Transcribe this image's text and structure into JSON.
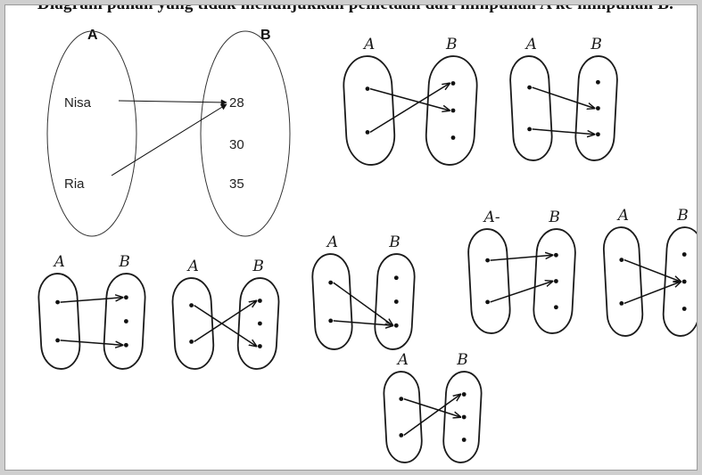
{
  "header": {
    "text": "Diagram panah yang tidak menunjukkan pemetaan dari himpunan A ke himpunan B."
  },
  "typed_diagram": {
    "set_a_label": "A",
    "set_b_label": "B",
    "set_a_members": [
      "Nisa",
      "Ria"
    ],
    "set_b_members": [
      "28",
      "30",
      "35"
    ],
    "arrows": [
      [
        "Nisa",
        "28"
      ],
      [
        "Ria",
        "28"
      ]
    ]
  },
  "sketches": [
    {
      "label_a": "A",
      "label_b": "B",
      "a_points": 2,
      "b_points": 3,
      "arrows": [
        [
          0,
          1
        ],
        [
          1,
          0
        ]
      ]
    },
    {
      "label_a": "A",
      "label_b": "B",
      "a_points": 2,
      "b_points": 3,
      "arrows": [
        [
          0,
          1
        ],
        [
          1,
          2
        ]
      ]
    },
    {
      "label_a": "A",
      "label_b": "B",
      "a_points": 2,
      "b_points": 3,
      "arrows": [
        [
          0,
          0
        ],
        [
          1,
          2
        ]
      ]
    },
    {
      "label_a": "A",
      "label_b": "B",
      "a_points": 2,
      "b_points": 3,
      "arrows": [
        [
          0,
          2
        ],
        [
          1,
          0
        ]
      ]
    },
    {
      "label_a": "A",
      "label_b": "B",
      "a_points": 2,
      "b_points": 3,
      "arrows": [
        [
          0,
          2
        ],
        [
          1,
          2
        ]
      ]
    },
    {
      "label_a": "A-",
      "label_b": "B",
      "a_points": 2,
      "b_points": 3,
      "arrows": [
        [
          0,
          0
        ],
        [
          1,
          1
        ]
      ]
    },
    {
      "label_a": "A",
      "label_b": "B",
      "a_points": 2,
      "b_points": 3,
      "arrows": [
        [
          0,
          1
        ],
        [
          1,
          1
        ]
      ]
    },
    {
      "label_a": "A",
      "label_b": "B",
      "a_points": 2,
      "b_points": 3,
      "arrows": [
        [
          0,
          1
        ],
        [
          1,
          0
        ]
      ]
    }
  ]
}
